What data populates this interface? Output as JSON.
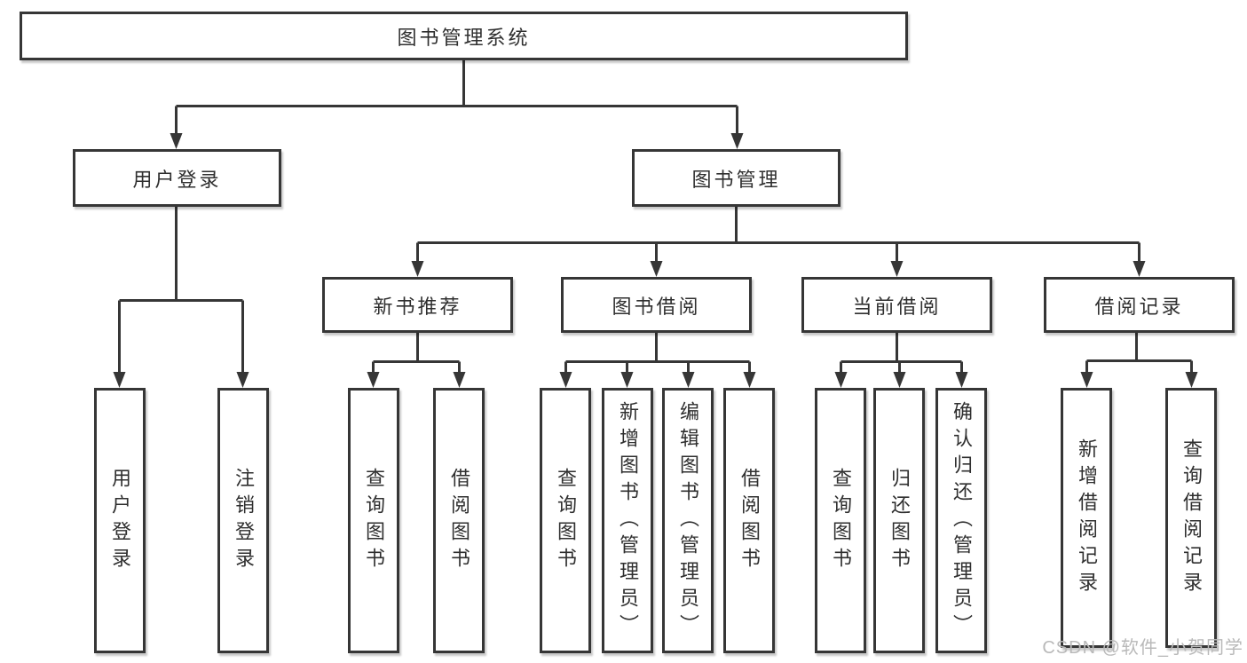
{
  "diagram": {
    "root": {
      "label": "图书管理系统"
    },
    "branches": [
      {
        "label": "用户登录",
        "children": [
          {
            "label": "用户登录"
          },
          {
            "label": "注销登录"
          }
        ]
      },
      {
        "label": "图书管理",
        "children": [
          {
            "label": "新书推荐",
            "children": [
              {
                "label": "查询图书"
              },
              {
                "label": "借阅图书"
              }
            ]
          },
          {
            "label": "图书借阅",
            "children": [
              {
                "label": "查询图书"
              },
              {
                "label": "新增图书（管理员）"
              },
              {
                "label": "编辑图书（管理员）"
              },
              {
                "label": "借阅图书"
              }
            ]
          },
          {
            "label": "当前借阅",
            "children": [
              {
                "label": "查询图书"
              },
              {
                "label": "归还图书"
              },
              {
                "label": "确认归还（管理员）"
              }
            ]
          },
          {
            "label": "借阅记录",
            "children": [
              {
                "label": "新增借阅记录"
              },
              {
                "label": "查询借阅记录"
              }
            ]
          }
        ]
      }
    ]
  },
  "watermark": {
    "text": "CSDN @软件_小贺同学"
  },
  "colors": {
    "line": "#363636",
    "text": "#2f2f2f",
    "background": "#ffffff",
    "watermark": "#b9b9b9"
  }
}
